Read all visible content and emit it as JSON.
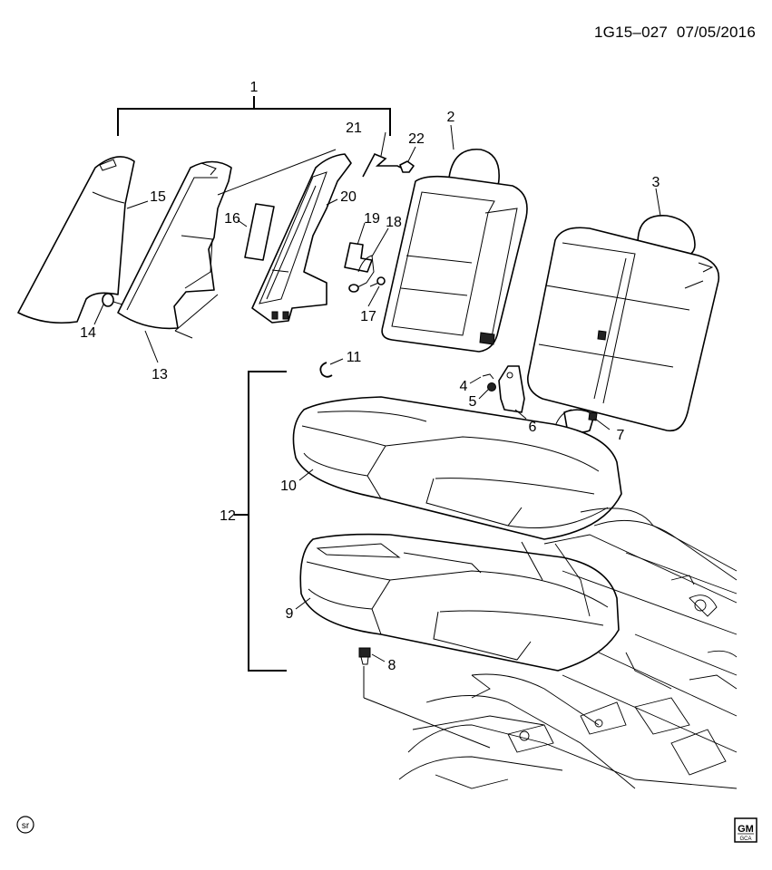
{
  "header": {
    "doc_id": "1G15–027",
    "date": "07/05/2016"
  },
  "callouts": [
    "1",
    "2",
    "3",
    "4",
    "5",
    "6",
    "7",
    "8",
    "9",
    "10",
    "11",
    "12",
    "13",
    "14",
    "15",
    "16",
    "17",
    "18",
    "19",
    "20",
    "21",
    "22"
  ],
  "badges": {
    "sr": "sr",
    "logo_top": "GM",
    "logo_bottom": "GCA"
  },
  "icons": {
    "sr_badge": "circled-sr-icon",
    "logo": "gm-logo-icon"
  }
}
